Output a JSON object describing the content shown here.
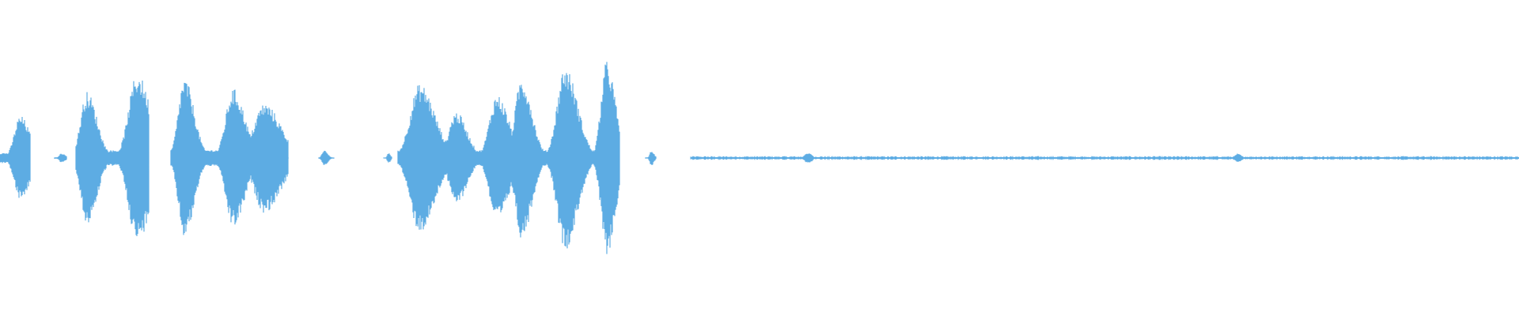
{
  "waveform": {
    "color": "#5dacE3",
    "background": "#ffffff",
    "baseline_fraction": 0.5,
    "amplitude_scale_fraction": 0.5,
    "bursts": [
      {
        "name": "blip-1",
        "start": 0.0,
        "end": 0.02,
        "peak": 0.4
      },
      {
        "name": "blip-2",
        "start": 0.036,
        "end": 0.044,
        "peak": 0.06
      },
      {
        "name": "word-1",
        "start": 0.05,
        "end": 0.098,
        "peak": 0.62
      },
      {
        "name": "word-2",
        "start": 0.113,
        "end": 0.19,
        "peak": 0.64
      },
      {
        "name": "blip-3",
        "start": 0.21,
        "end": 0.22,
        "peak": 0.05
      },
      {
        "name": "blip-4",
        "start": 0.253,
        "end": 0.258,
        "peak": 0.04
      },
      {
        "name": "word-3",
        "start": 0.262,
        "end": 0.408,
        "peak": 0.62
      },
      {
        "name": "blip-5",
        "start": 0.425,
        "end": 0.432,
        "peak": 0.05
      },
      {
        "name": "blip-6",
        "start": 0.527,
        "end": 0.535,
        "peak": 0.05
      },
      {
        "name": "blip-7",
        "start": 0.812,
        "end": 0.818,
        "peak": 0.05
      }
    ],
    "noise_floor": {
      "start": 0.455,
      "end": 1.0,
      "level": 0.006
    }
  }
}
